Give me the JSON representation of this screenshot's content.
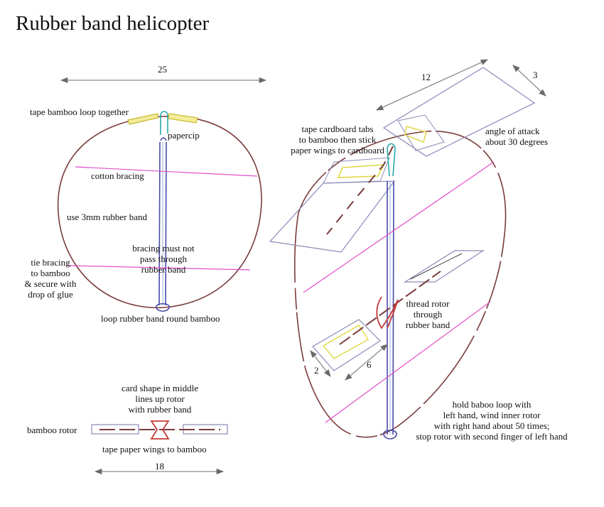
{
  "title": "Rubber band helicopter",
  "dimensions": {
    "loop_width": "25",
    "wing_length": "12",
    "wing_width": "3",
    "rotor_blade_width": "2",
    "rotor_blade_length": "6",
    "rotor_length": "18"
  },
  "labels": {
    "tape_loop": "tape bamboo loop together",
    "papercip": "papercip",
    "cotton_bracing": "cotton bracing",
    "rubber_band_size": "use 3mm rubber band",
    "bracing_note": [
      "bracing must not",
      "pass through",
      "rubber band"
    ],
    "tie_bracing": [
      "tie bracing",
      "to bamboo",
      "& secure with",
      "drop of glue"
    ],
    "loop_rubber_band": "loop rubber band round bamboo",
    "card_shape": [
      "card shape in middle",
      "lines up rotor",
      "with rubber band"
    ],
    "bamboo_rotor": "bamboo rotor",
    "tape_wings": "tape paper wings to bamboo",
    "tape_cardboard": [
      "tape cardboard tabs",
      "to bamboo then stick",
      "paper wings to cardboard"
    ],
    "angle_of_attack": [
      "angle of attack",
      "about 30 degrees"
    ],
    "thread_rotor": [
      "thread rotor",
      "through",
      "rubber band"
    ],
    "hold_loop": [
      "hold baboo loop with",
      "left hand, wind inner rotor",
      "with right hand about  50 times;",
      "stop rotor with second finger of left hand"
    ]
  },
  "colors": {
    "bamboo": "#7a3b3b",
    "rubber_band": "#4a4aa8",
    "bracing": "#e04fc8",
    "paper": "#8a8ab8",
    "tape": "#e0d84a",
    "clip": "#2aa8a8",
    "card": "#c43a3a",
    "arrow": "#777777"
  }
}
